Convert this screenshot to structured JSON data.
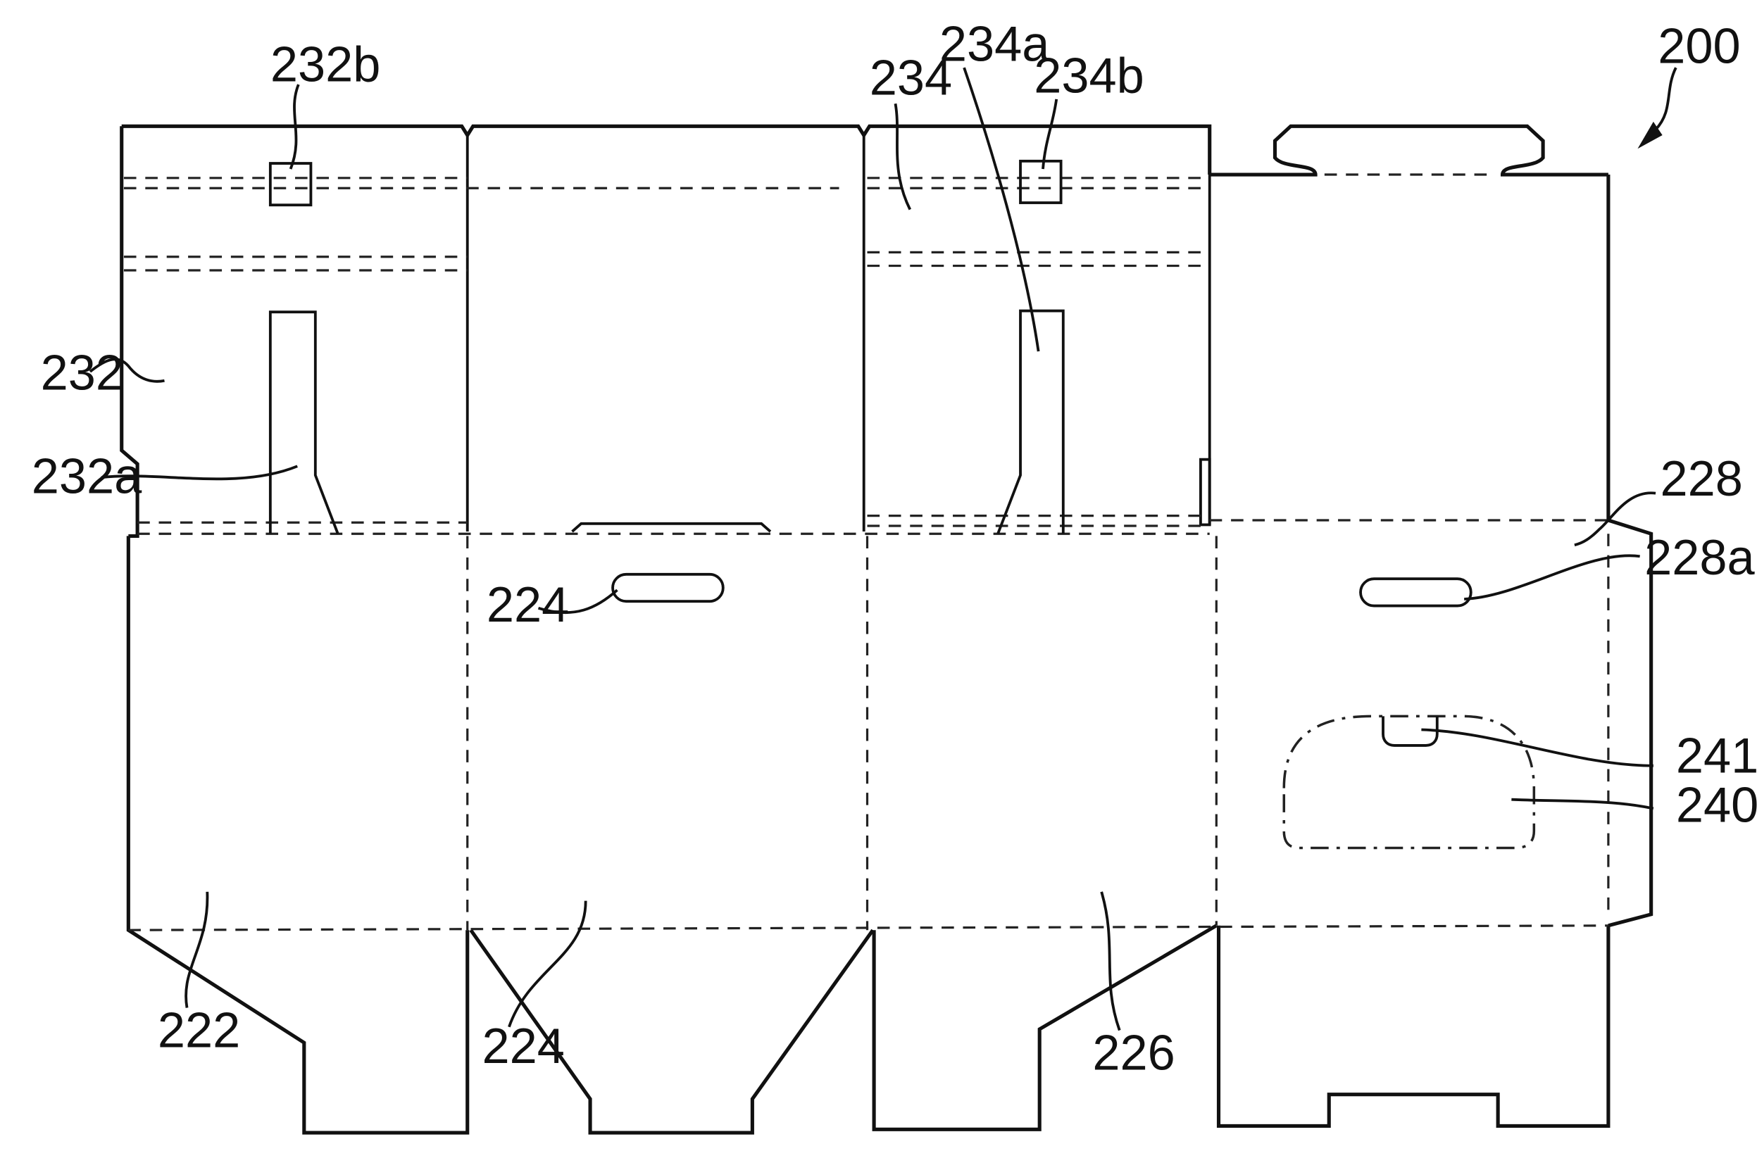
{
  "figure": {
    "labels": [
      {
        "id": "200",
        "text": "200"
      },
      {
        "id": "232b",
        "text": "232b"
      },
      {
        "id": "234",
        "text": "234"
      },
      {
        "id": "234a",
        "text": "234a"
      },
      {
        "id": "234b",
        "text": "234b"
      },
      {
        "id": "232",
        "text": "232"
      },
      {
        "id": "232a",
        "text": "232a"
      },
      {
        "id": "228",
        "text": "228"
      },
      {
        "id": "228a",
        "text": "228a"
      },
      {
        "id": "224-upper",
        "text": "224"
      },
      {
        "id": "241",
        "text": "241"
      },
      {
        "id": "240",
        "text": "240"
      },
      {
        "id": "222",
        "text": "222"
      },
      {
        "id": "224-lower",
        "text": "224"
      },
      {
        "id": "226",
        "text": "226"
      }
    ]
  }
}
